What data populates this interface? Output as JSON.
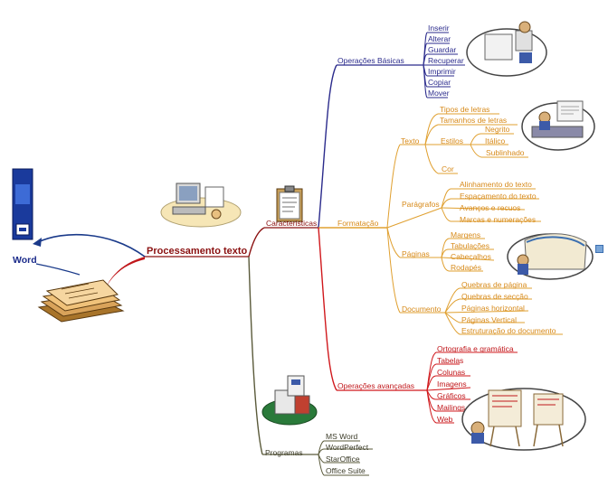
{
  "root": {
    "label": "Processamento texto"
  },
  "word": {
    "label": "Word"
  },
  "branches": {
    "caracteristicas": "Caracteristicas",
    "basicas": "Operações Básicas",
    "formatacao": "Formatação",
    "avancadas": "Operações avançadas",
    "programas": "Programas"
  },
  "basicas_items": [
    "Inserir",
    "Alterar",
    "Guardar",
    "Recuperar",
    "Imprimir",
    "Copiar",
    "Mover"
  ],
  "formatacao_groups": {
    "texto": "Texto",
    "paragrafos": "Parágrafos",
    "paginas": "Páginas",
    "documento": "Documento"
  },
  "texto_items": [
    "Tipos de letras",
    "Tamanhos de letras",
    "Estilos",
    "Cor"
  ],
  "estilos_items": [
    "Negrito",
    "Itálico",
    "Sublinhado"
  ],
  "paragrafos_items": [
    "Alinhamento do texto",
    "Espaçamento do texto",
    "Avanços e recuos",
    "Marcas e numerações"
  ],
  "paginas_items": [
    "Margens",
    "Tabulações",
    "Cabeçalhos",
    "Rodapés"
  ],
  "documento_items": [
    "Quebras de página",
    "Quebras de secção",
    "Páginas horizontal",
    "Páginas Vertical",
    "Estruturação do documento"
  ],
  "avancadas_items": [
    "Ortografia e gramática",
    "Tabelas",
    "Colunas",
    "Imagens",
    "Gráficos",
    "Mailings",
    "Web"
  ],
  "programas_items": [
    "MS Word",
    "WordPerfect",
    "StarOffice",
    "Office Suite"
  ],
  "colors": {
    "blue": "#2b2b8c",
    "orange": "#e0a030",
    "red": "#d0181c",
    "olive": "#5a5a3a",
    "root": "#8a1010"
  }
}
